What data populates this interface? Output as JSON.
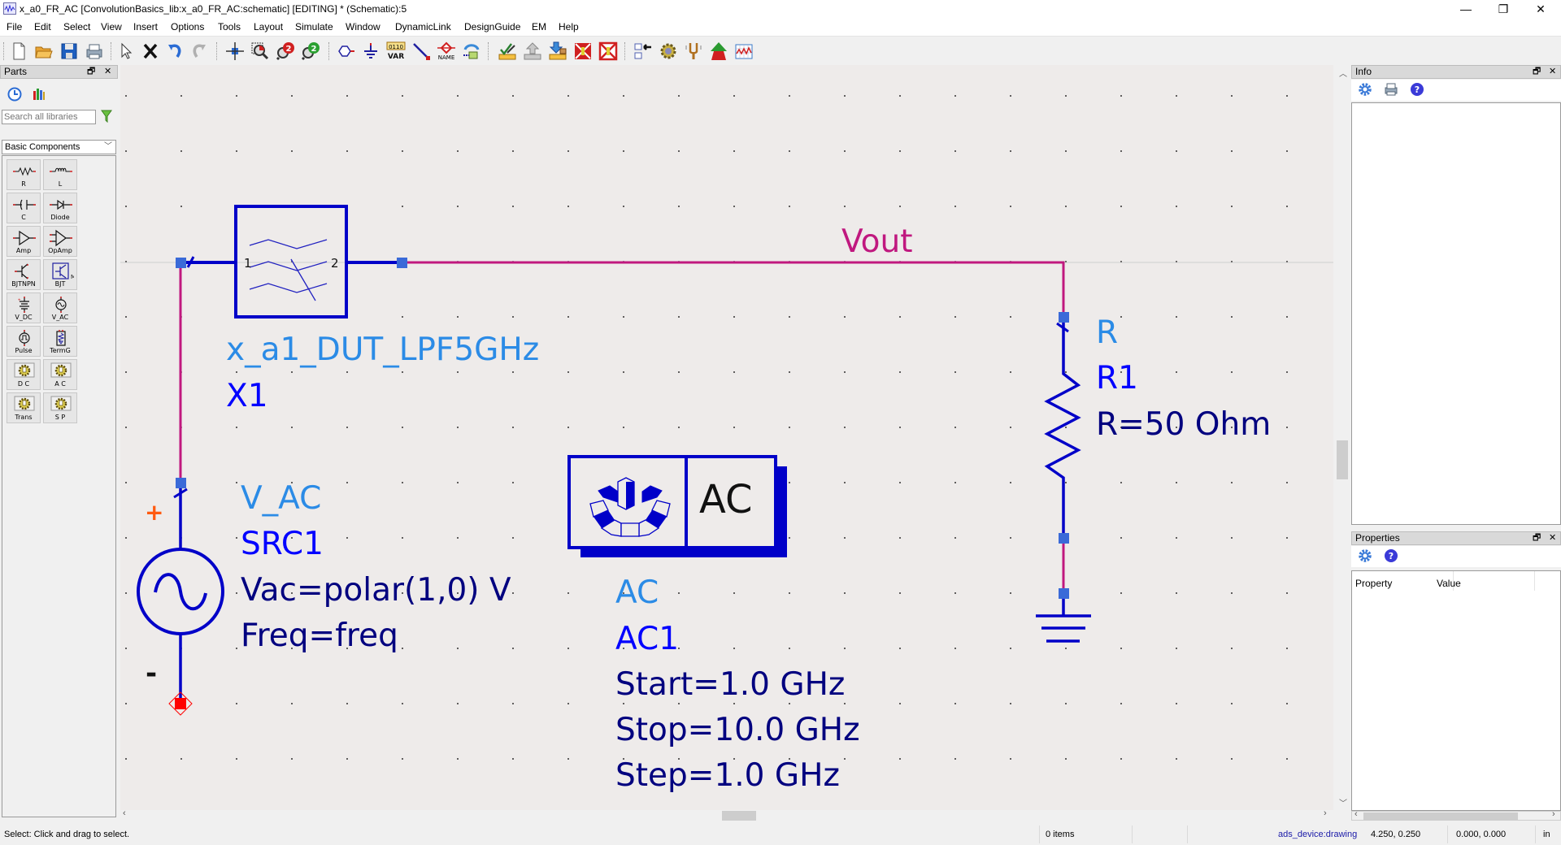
{
  "window": {
    "title": "x_a0_FR_AC [ConvolutionBasics_lib:x_a0_FR_AC:schematic] [EDITING] * (Schematic):5",
    "minimize": "—",
    "restore": "❐",
    "close": "✕"
  },
  "menu": [
    {
      "label": "File"
    },
    {
      "label": "Edit"
    },
    {
      "label": "Select"
    },
    {
      "label": "View"
    },
    {
      "label": "Insert"
    },
    {
      "label": "Options"
    },
    {
      "label": "Tools"
    },
    {
      "label": "Layout"
    },
    {
      "label": "Simulate"
    },
    {
      "label": "Window"
    },
    {
      "label": "DynamicLink"
    },
    {
      "label": "DesignGuide"
    },
    {
      "label": "EM"
    },
    {
      "label": "Help"
    }
  ],
  "toolbar": {
    "var_label": "VAR",
    "var_bits": "0110",
    "name_label": "NAME"
  },
  "parts": {
    "title": "Parts",
    "search_placeholder": "Search all libraries",
    "library": "Basic Components",
    "items": [
      {
        "label": "R"
      },
      {
        "label": "L"
      },
      {
        "label": "C"
      },
      {
        "label": "Diode"
      },
      {
        "label": "Amp"
      },
      {
        "label": "OpAmp"
      },
      {
        "label": "BJTNPN"
      },
      {
        "label": "BJT"
      },
      {
        "label": "V_DC"
      },
      {
        "label": "V_AC"
      },
      {
        "label": "Pulse"
      },
      {
        "label": "TermG"
      },
      {
        "label": "D C"
      },
      {
        "label": "A C"
      },
      {
        "label": "Trans"
      },
      {
        "label": "S P"
      }
    ]
  },
  "schematic": {
    "net_label": "Vout",
    "filter": {
      "type": "x_a1_DUT_LPF5GHz",
      "instance": "X1",
      "pin1": "1",
      "pin2": "2"
    },
    "resistor": {
      "type": "R",
      "instance": "R1",
      "param": "R=50 Ohm"
    },
    "source": {
      "type": "V_AC",
      "instance": "SRC1",
      "params": [
        "Vac=polar(1,0) V",
        "Freq=freq"
      ],
      "plus": "+",
      "minus": "-"
    },
    "ac_sim": {
      "box_label": "AC",
      "type": "AC",
      "instance": "AC1",
      "params": [
        "Start=1.0 GHz",
        "Stop=10.0 GHz",
        "Step=1.0 GHz"
      ]
    },
    "colors": {
      "wire": "#c0187f",
      "component": "#0000c8",
      "type_text": "#2b8be6",
      "instance_text": "#0000ff",
      "param_text": "#00007f",
      "pin": "#3a6ad8"
    }
  },
  "info_panel": {
    "title": "Info"
  },
  "properties_panel": {
    "title": "Properties",
    "col_property": "Property",
    "col_value": "Value"
  },
  "status": {
    "message": "Select: Click and drag to select.",
    "items": "0 items",
    "context": "ads_device:drawing",
    "cursor": "4.250, 0.250",
    "delta": "0.000, 0.000",
    "units": "in"
  }
}
